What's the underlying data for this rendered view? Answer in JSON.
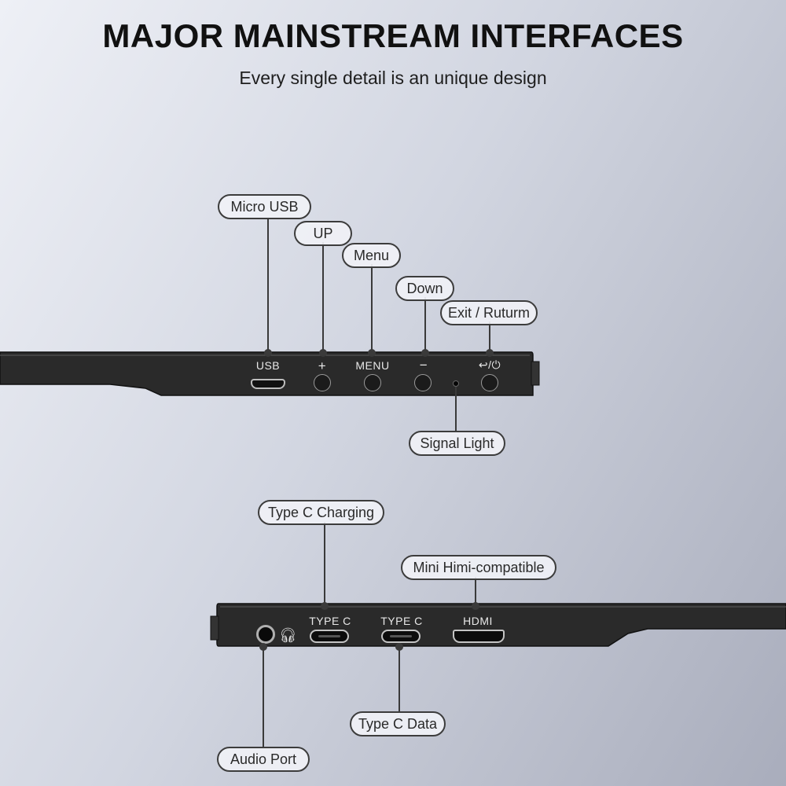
{
  "header": {
    "title": "MAJOR MAINSTREAM INTERFACES",
    "subtitle": "Every single detail is an unique design"
  },
  "top_panel": {
    "callouts": {
      "micro_usb": "Micro USB",
      "up": "UP",
      "menu": "Menu",
      "down": "Down",
      "exit": "Exit / Ruturm",
      "signal_light": "Signal Light"
    },
    "printed": {
      "usb": "USB",
      "plus": "+",
      "menu": "MENU",
      "minus": "−",
      "exit_symbol": "↩/⏻"
    }
  },
  "bottom_panel": {
    "callouts": {
      "type_c_charging": "Type C Charging",
      "mini_hdmi": "Mini Himi-compatible",
      "type_c_data": "Type C Data",
      "audio_port": "Audio Port"
    },
    "printed": {
      "type_c_1": "TYPE  C",
      "type_c_2": "TYPE  C",
      "hdmi": "HDMI"
    }
  },
  "colors": {
    "device_body": "#2a2a2a",
    "device_edge": "#111111",
    "leader_line": "#3a3a3a",
    "port_outline": "#c4c4c4"
  }
}
